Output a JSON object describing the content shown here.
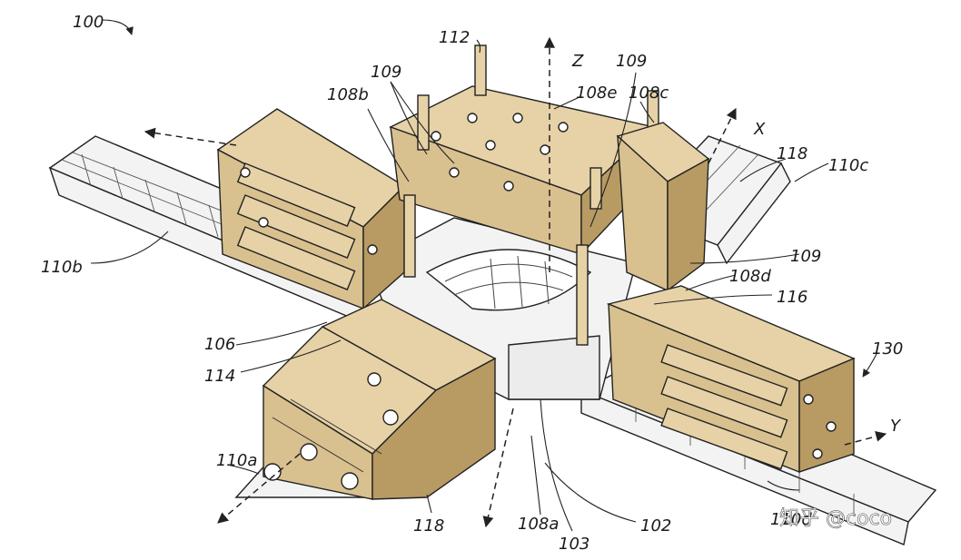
{
  "colors": {
    "tan": "#d9c08f",
    "tan_dark": "#b89a63",
    "tan_light": "#e6d2a6",
    "line": "#222222",
    "steel": "#f3f3f3",
    "background": "#ffffff"
  },
  "labels": {
    "l100": "100",
    "l112": "112",
    "lZ": "Z",
    "l109_top": "109",
    "l109_left": "109",
    "l108e": "108e",
    "l108c": "108c",
    "l108b": "108b",
    "lX": "X",
    "l118_top": "118",
    "l110c": "110c",
    "l110b": "110b",
    "l109_right": "109",
    "l108d": "108d",
    "l116": "116",
    "l130": "130",
    "l106": "106",
    "l114": "114",
    "lY": "Y",
    "l110a": "110a",
    "l118_bottom": "118",
    "l108a": "108a",
    "l103": "103",
    "l102": "102",
    "l110d": "110d"
  },
  "watermark": "知乎 @coco"
}
